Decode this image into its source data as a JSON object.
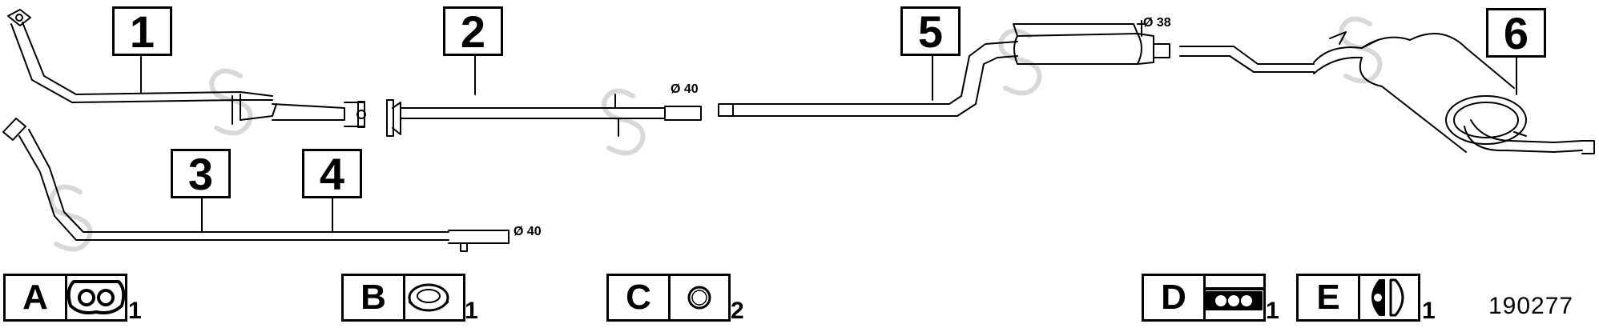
{
  "parts": [
    {
      "number": "1"
    },
    {
      "number": "2"
    },
    {
      "number": "3"
    },
    {
      "number": "4"
    },
    {
      "number": "5"
    },
    {
      "number": "6"
    }
  ],
  "diameters": [
    {
      "text": "Ø 40"
    },
    {
      "text": "Ø 40"
    },
    {
      "text": "Ø 38"
    }
  ],
  "legend": [
    {
      "letter": "A",
      "icon": "gasket-two-hole-icon",
      "qty": "1"
    },
    {
      "letter": "B",
      "icon": "ring-gasket-icon",
      "qty": "1"
    },
    {
      "letter": "C",
      "icon": "o-ring-icon",
      "qty": "2"
    },
    {
      "letter": "D",
      "icon": "rubber-hanger-icon",
      "qty": "1"
    },
    {
      "letter": "E",
      "icon": "rubber-mount-icon",
      "qty": "1"
    }
  ],
  "drawing_number": "190277"
}
